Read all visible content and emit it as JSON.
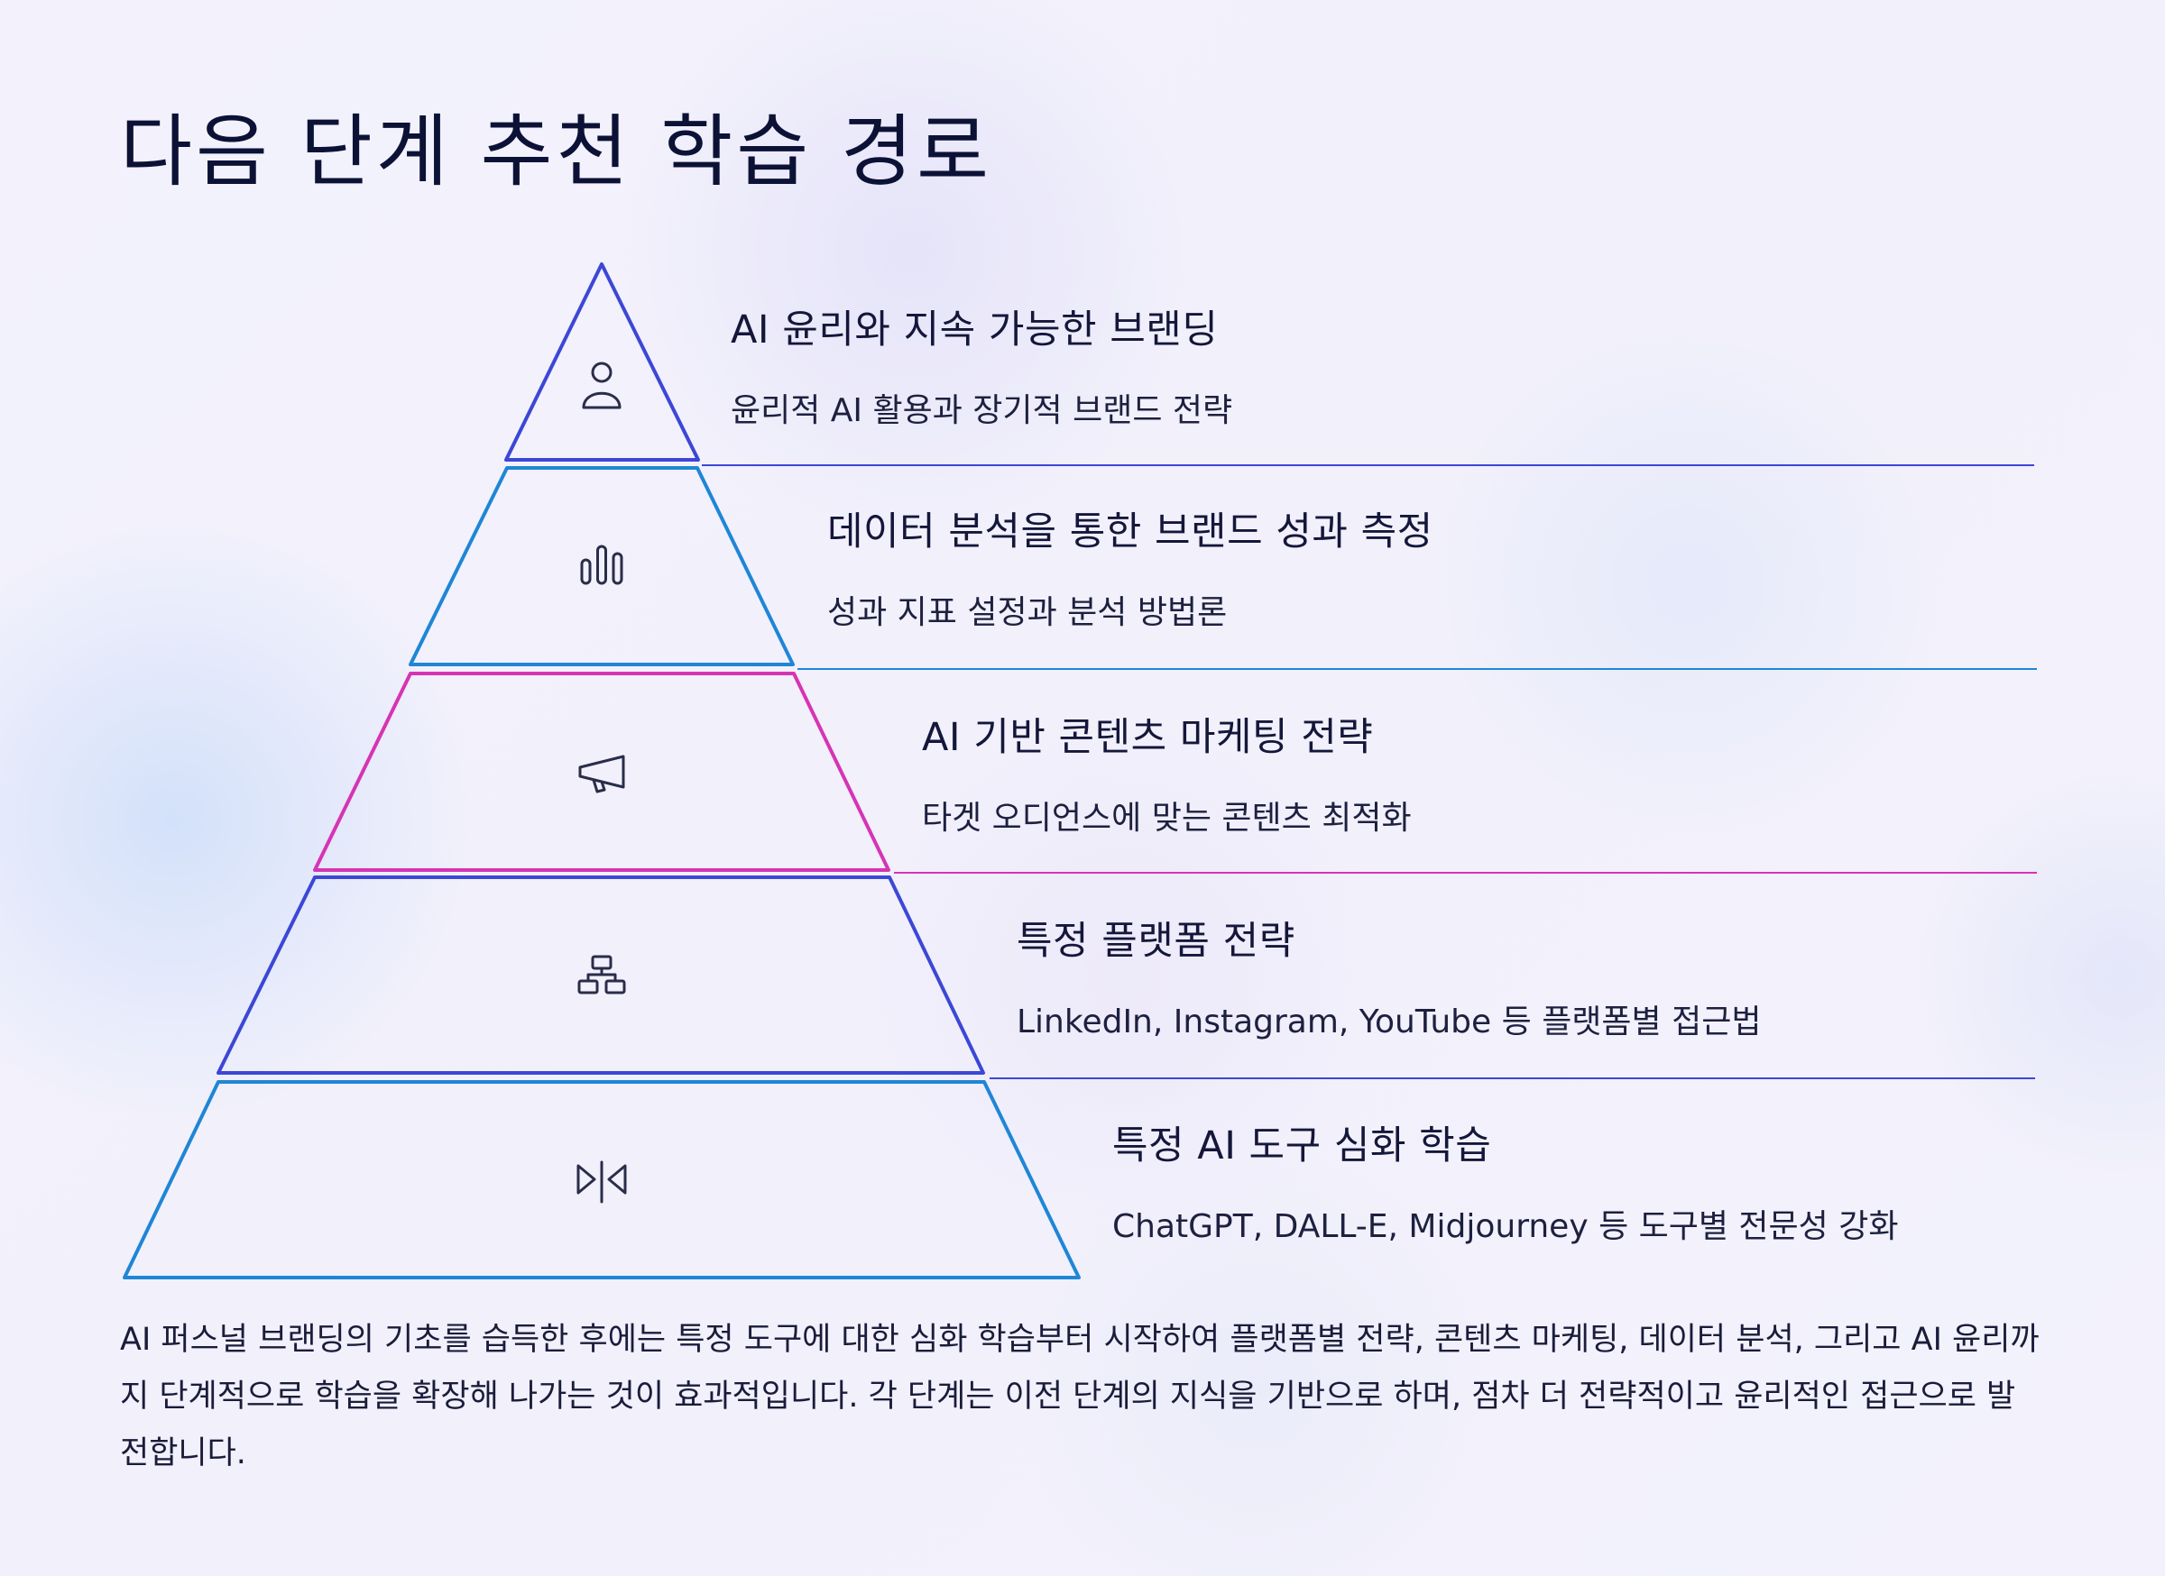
{
  "title": "다음 단계 추천 학습 경로",
  "levels": [
    {
      "title": "AI 윤리와 지속 가능한 브랜딩",
      "description": "윤리적 AI 활용과 장기적 브랜드 전략",
      "icon": "person-icon",
      "color": "#3c47d6"
    },
    {
      "title": "데이터 분석을 통한 브랜드 성과 측정",
      "description": "성과 지표 설정과 분석 방법론",
      "icon": "bar-chart-icon",
      "color": "#1f86d6"
    },
    {
      "title": "AI 기반 콘텐츠 마케팅 전략",
      "description": "타겟 오디언스에 맞는 콘텐츠 최적화",
      "icon": "megaphone-icon",
      "color": "#d634b4"
    },
    {
      "title": "특정 플랫폼 전략",
      "description": "LinkedIn, Instagram, YouTube 등 플랫폼별 접근법",
      "icon": "network-icon",
      "color": "#3c47d6"
    },
    {
      "title": "특정 AI 도구 심화 학습",
      "description": "ChatGPT, DALL-E, Midjourney 등 도구별 전문성 강화",
      "icon": "flip-icon",
      "color": "#1f86d6"
    }
  ],
  "summary": "AI 퍼스널 브랜딩의 기초를 습득한 후에는 특정 도구에 대한 심화 학습부터 시작하여 플랫폼별 전략, 콘텐츠 마케팅, 데이터 분석, 그리고 AI 윤리까지 단계적으로 학습을 확장해 나가는 것이 효과적입니다. 각 단계는 이전 단계의 지식을 기반으로 하며, 점차 더 전략적이고 윤리적인 접근으로 발전합니다."
}
